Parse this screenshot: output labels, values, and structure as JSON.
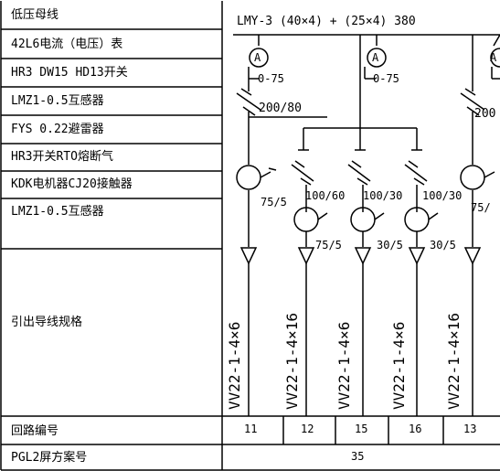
{
  "row_labels": {
    "bus": "低压母线",
    "meter": "42L6电流（电压）表",
    "switch": "HR3 DW15 HD13开关",
    "ct1": "LMZ1-0.5互感器",
    "arrester": "FYS 0.22避雷器",
    "fuse": "HR3开关RTO熔断气",
    "contactor": "KDK电机器CJ20接触器",
    "ct2": "LMZ1-0.5互感器",
    "outgoing": "引出导线规格",
    "circuit_no": "回路编号",
    "panel_no": "PGL2屏方案号"
  },
  "busbar_text": "LMY-3 (40×4) + (25×4)  380",
  "ammeter_symbol": "A",
  "meter_range": "0-75",
  "switch_rating": "200/80",
  "switch_rating_partial": "200",
  "ct_ratios": {
    "main": "75/5",
    "main_partial": "75/",
    "b1": "100/60",
    "b2": "100/30",
    "b3": "100/30",
    "b1_out": "75/5",
    "b2_out": "30/5",
    "b3_out": "30/5"
  },
  "cables": [
    "VV22-1-4×6",
    "VV22-1-4×16",
    "VV22-1-4×6",
    "VV22-1-4×6",
    "VV22-1-4×16"
  ],
  "circuit_numbers": [
    "11",
    "12",
    "15",
    "16",
    "13"
  ],
  "panel_number": "35"
}
